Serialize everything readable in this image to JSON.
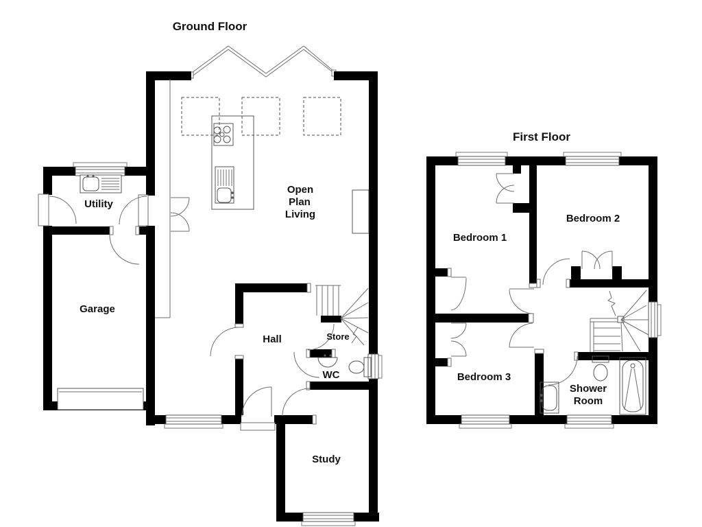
{
  "ground_floor": {
    "title": "Ground Floor",
    "rooms": {
      "utility": "Utility",
      "garage": "Garage",
      "open_plan": [
        "Open",
        "Plan",
        "Living"
      ],
      "hall": "Hall",
      "store": "Store",
      "wc": "WC",
      "study": "Study"
    }
  },
  "first_floor": {
    "title": "First Floor",
    "rooms": {
      "bedroom1": "Bedroom 1",
      "bedroom2": "Bedroom 2",
      "bedroom3": "Bedroom 3",
      "shower_room": [
        "Shower",
        "Room"
      ]
    }
  },
  "colors": {
    "wall": "#000000",
    "detail_line": "#6e6e6e",
    "dashed_line": "#4d4d4d",
    "text": "#111111",
    "background": "#ffffff"
  }
}
